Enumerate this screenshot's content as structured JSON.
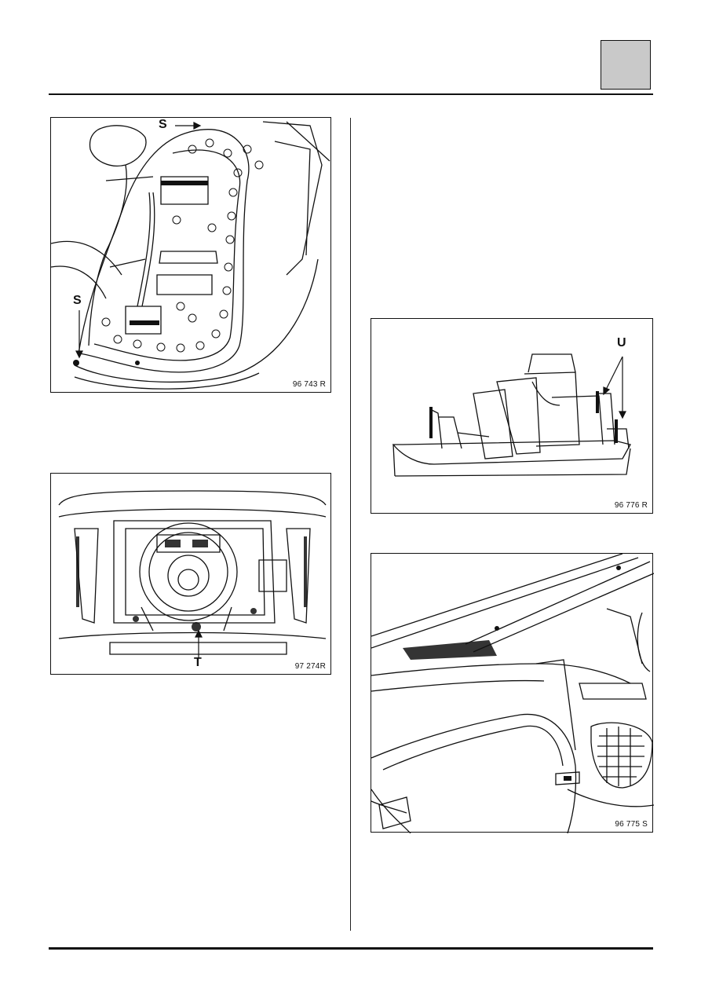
{
  "figures": [
    {
      "code": "96 743 R",
      "callouts": [
        "S",
        "S"
      ]
    },
    {
      "code": "97 274R",
      "callouts": [
        "T"
      ]
    },
    {
      "code": "96 776 R",
      "callouts": [
        "U"
      ]
    },
    {
      "code": "96 775 S",
      "callouts": []
    }
  ]
}
